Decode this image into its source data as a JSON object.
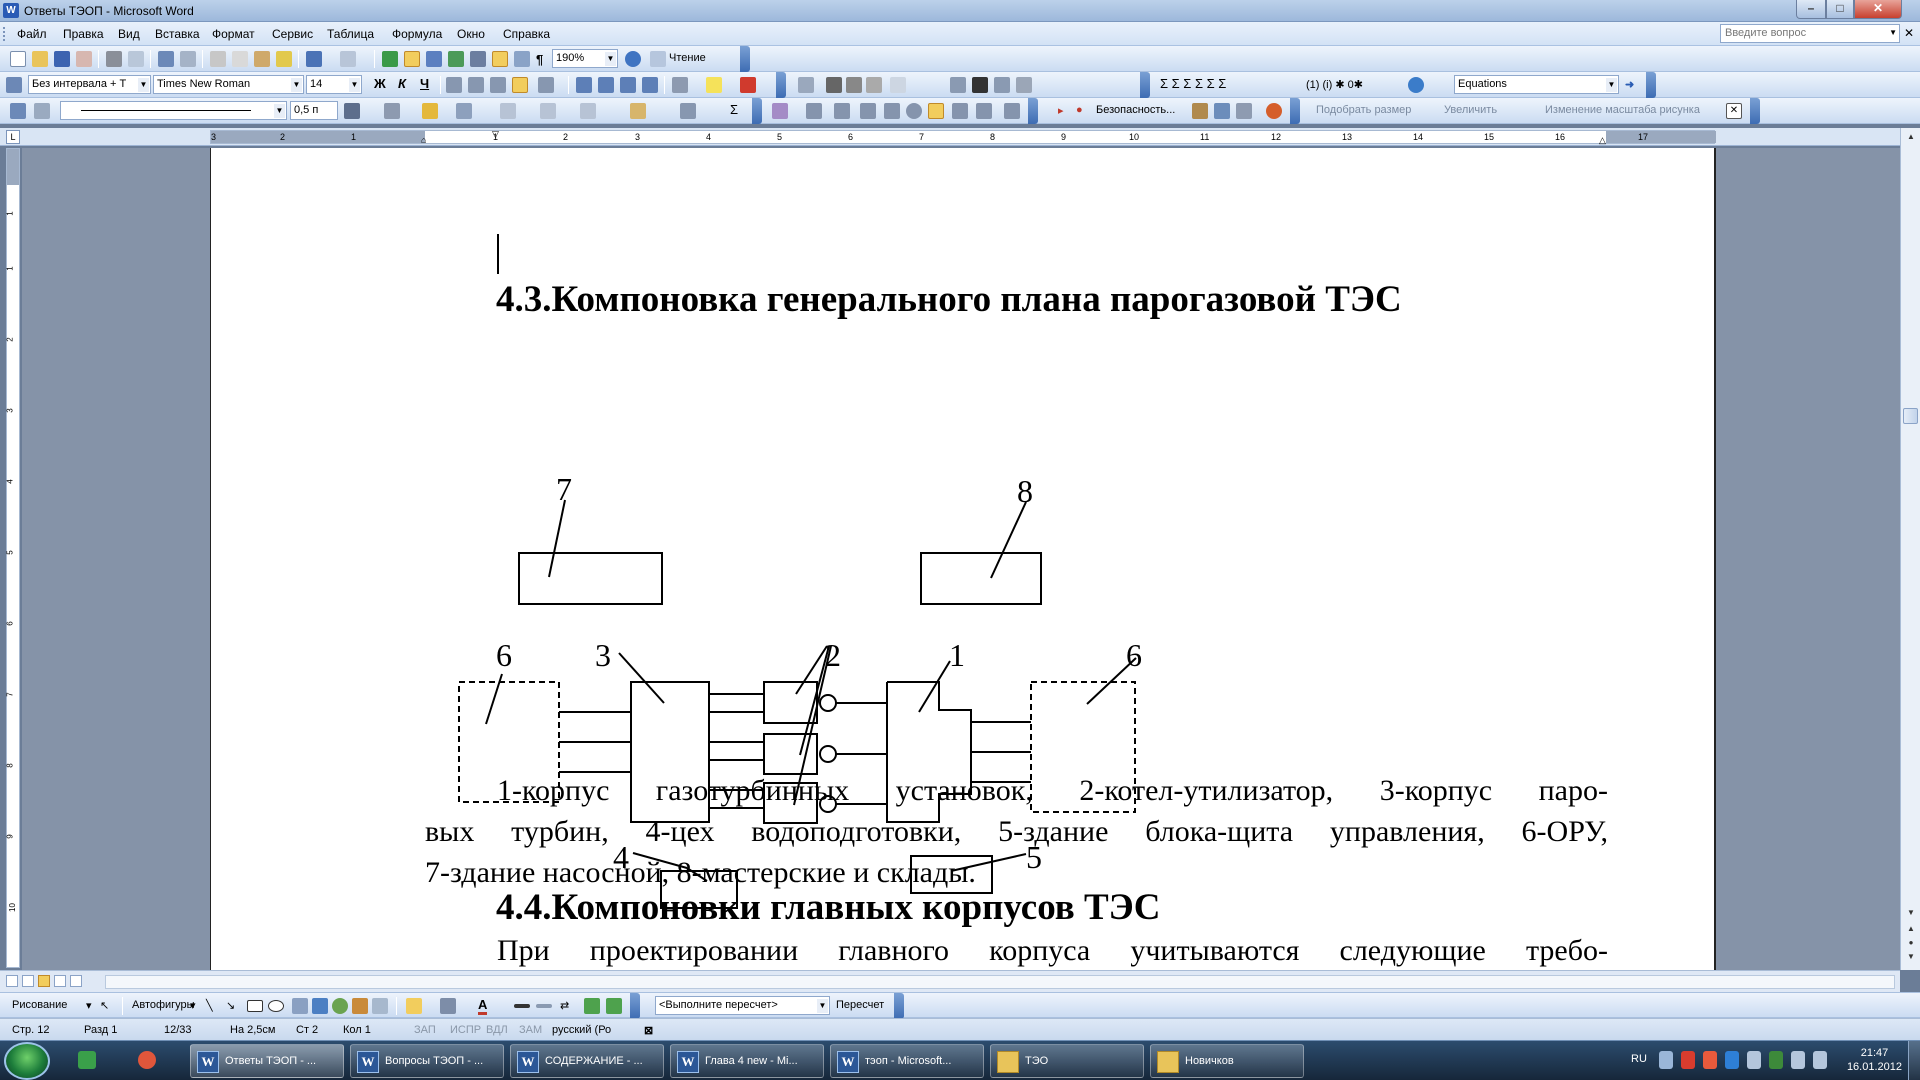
{
  "window": {
    "title": "Ответы ТЭОП - Microsoft Word",
    "icon": "word-icon"
  },
  "menu": {
    "items": [
      "Файл",
      "Правка",
      "Вид",
      "Вставка",
      "Формат",
      "Сервис",
      "Таблица",
      "Формула",
      "Окно",
      "Справка"
    ],
    "ask_placeholder": "Введите вопрос"
  },
  "toolbar_standard": {
    "zoom": "190%",
    "reading_label": "Чтение"
  },
  "toolbar_format": {
    "style": "Без интервала + Т",
    "font": "Times New Roman",
    "size": "14",
    "equations": "Equations"
  },
  "toolbar_tables": {
    "line_width": "0,5 п",
    "security": "Безопасность...",
    "fit_size": "Подобрать размер",
    "enlarge": "Увеличить",
    "picture_scale": "Изменение масштаба рисунка"
  },
  "ruler": {
    "h_labels": [
      "3",
      "2",
      "1",
      "1",
      "2",
      "3",
      "4",
      "5",
      "6",
      "7",
      "8",
      "9",
      "10",
      "11",
      "12",
      "13",
      "14",
      "15",
      "16",
      "17"
    ],
    "v_labels": [
      "1",
      "1",
      "2",
      "3",
      "4",
      "5",
      "6",
      "7",
      "8",
      "9",
      "10"
    ]
  },
  "document": {
    "heading_1": "4.3.Компоновка генерального плана парогазовой ТЭС",
    "caption_lines": [
      "1-корпус газотурбинных установок, 2-котел-утилизатор, 3-корпус паро-",
      "вых турбин, 4-цех водоподготовки, 5-здание блока-щита управления, 6-ОРУ,",
      "7-здание насосной, 8-мастерские и склады."
    ],
    "heading_2": "4.4.Компоновки главных корпусов ТЭС",
    "para_start": "При проектировании главного корпуса учитываются следующие требо-",
    "diagram_labels": {
      "n7": "7",
      "n8": "8",
      "n6a": "6",
      "n3": "3",
      "n2": "2",
      "n1": "1",
      "n6b": "6",
      "n4": "4",
      "n5": "5"
    }
  },
  "drawing_toolbar": {
    "drawing": "Рисование",
    "autoshapes": "Автофигуры",
    "recalc_combo": "<Выполните пересчет>",
    "recalc": "Пересчет"
  },
  "status": {
    "page": "Стр. 12",
    "section": "Разд 1",
    "pages": "12/33",
    "at": "На 2,5см",
    "line": "Ст 2",
    "col": "Кол 1",
    "rec": "ЗАП",
    "trk": "ИСПР",
    "ext": "ВДЛ",
    "ovr": "ЗАМ",
    "lang": "русский (Ро"
  },
  "taskbar": {
    "tasks": [
      {
        "label": "Ответы ТЭОП - ...",
        "icon": "word-doc-icon",
        "active": true
      },
      {
        "label": "Вопросы ТЭОП - ...",
        "icon": "word-doc-icon",
        "active": false
      },
      {
        "label": "СОДЕРЖАНИЕ - ...",
        "icon": "word-doc-icon",
        "active": false
      },
      {
        "label": "Глава 4  new - Mi...",
        "icon": "word-doc-icon",
        "active": false
      },
      {
        "label": "тэоп - Microsoft...",
        "icon": "word-doc-icon",
        "active": false
      },
      {
        "label": "ТЭО",
        "icon": "folder-icon",
        "active": false
      },
      {
        "label": "Новичков",
        "icon": "folder-icon",
        "active": false
      }
    ],
    "lang": "RU",
    "time": "21:47",
    "date": "16.01.2012"
  }
}
